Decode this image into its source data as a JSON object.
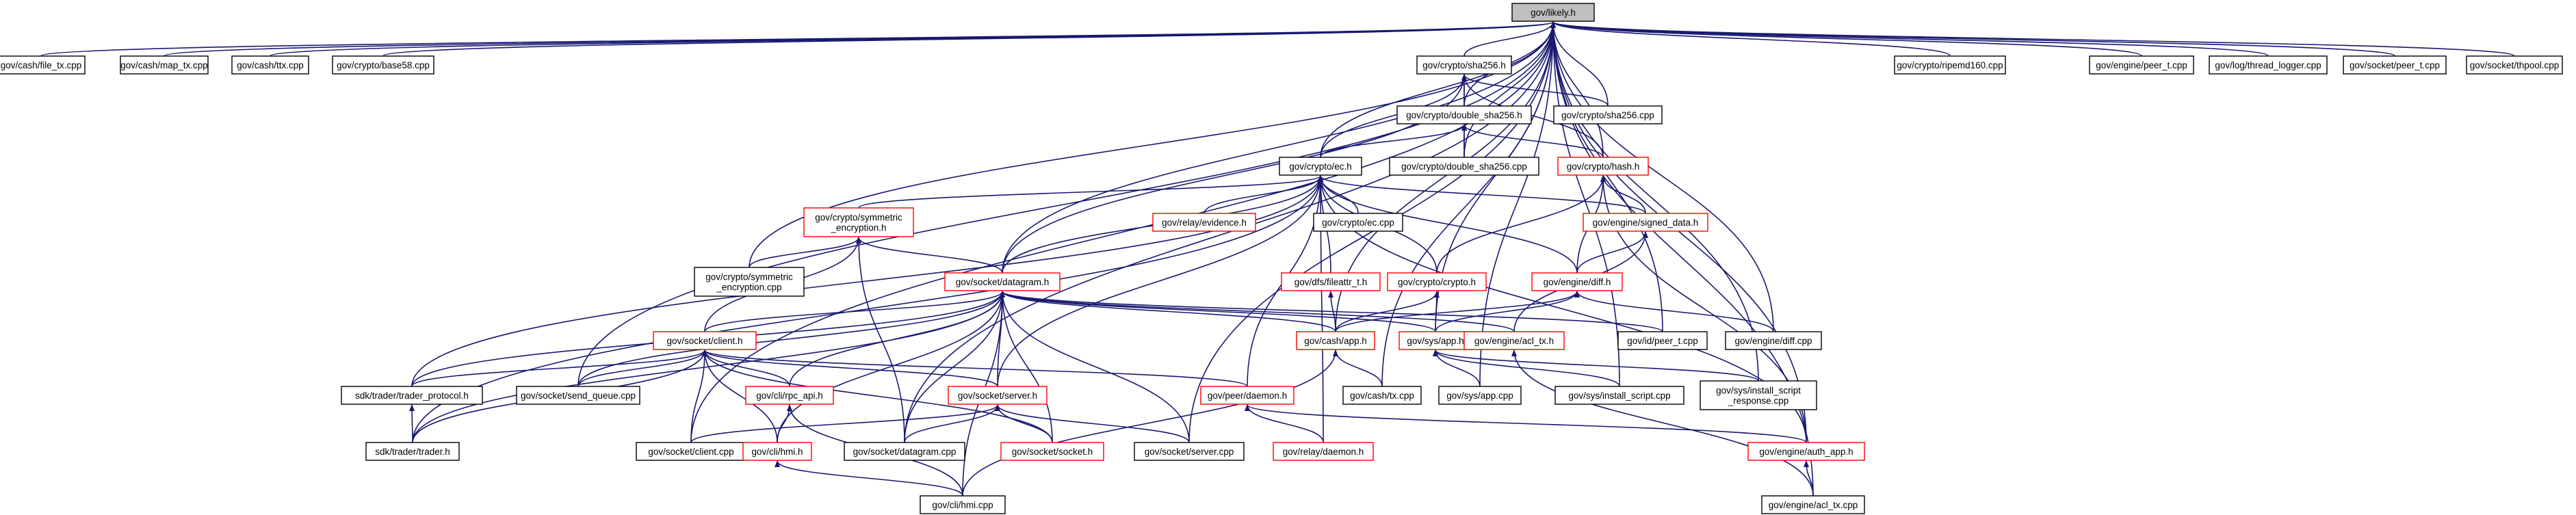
{
  "colors": {
    "edge": "#191970",
    "border_black": "#000000",
    "border_red": "#ff0000",
    "root_fill": "#bfbfbf",
    "node_fill": "#ffffff"
  },
  "nodes": [
    {
      "id": "likely",
      "label": "gov/likely.h",
      "border": "black",
      "root": true
    },
    {
      "id": "file_tx",
      "label": "gov/cash/file_tx.cpp",
      "border": "black"
    },
    {
      "id": "map_tx",
      "label": "gov/cash/map_tx.cpp",
      "border": "black"
    },
    {
      "id": "ttx",
      "label": "gov/cash/ttx.cpp",
      "border": "black"
    },
    {
      "id": "base58",
      "label": "gov/crypto/base58.cpp",
      "border": "black"
    },
    {
      "id": "sha256_h",
      "label": "gov/crypto/sha256.h",
      "border": "black"
    },
    {
      "id": "ripemd160",
      "label": "gov/crypto/ripemd160.cpp",
      "border": "black"
    },
    {
      "id": "peer_t_eng",
      "label": "gov/engine/peer_t.cpp",
      "border": "black"
    },
    {
      "id": "thread_logger",
      "label": "gov/log/thread_logger.cpp",
      "border": "black"
    },
    {
      "id": "peer_t_sock",
      "label": "gov/socket/peer_t.cpp",
      "border": "black"
    },
    {
      "id": "thpool",
      "label": "gov/socket/thpool.cpp",
      "border": "black"
    },
    {
      "id": "double_sha256_h",
      "label": "gov/crypto/double_sha256.h",
      "border": "black"
    },
    {
      "id": "sha256_cpp",
      "label": "gov/crypto/sha256.cpp",
      "border": "black"
    },
    {
      "id": "ec_h",
      "label": "gov/crypto/ec.h",
      "border": "black"
    },
    {
      "id": "double_sha256_cpp",
      "label": "gov/crypto/double_sha256.cpp",
      "border": "black"
    },
    {
      "id": "hash_h",
      "label": "gov/crypto/hash.h",
      "border": "red"
    },
    {
      "id": "symmetric_h",
      "label": [
        "gov/crypto/symmetric",
        "_encryption.h"
      ],
      "border": "red"
    },
    {
      "id": "evidence_h",
      "label": "gov/relay/evidence.h",
      "border": "red"
    },
    {
      "id": "ec_cpp",
      "label": "gov/crypto/ec.cpp",
      "border": "black"
    },
    {
      "id": "signed_data_h",
      "label": "gov/engine/signed_data.h",
      "border": "red"
    },
    {
      "id": "symmetric_cpp",
      "label": [
        "gov/crypto/symmetric",
        "_encryption.cpp"
      ],
      "border": "black"
    },
    {
      "id": "datagram_h",
      "label": "gov/socket/datagram.h",
      "border": "red"
    },
    {
      "id": "fileattr_h",
      "label": "gov/dfs/fileattr_t.h",
      "border": "red"
    },
    {
      "id": "crypto_h",
      "label": "gov/crypto/crypto.h",
      "border": "red"
    },
    {
      "id": "diff_h",
      "label": "gov/engine/diff.h",
      "border": "red"
    },
    {
      "id": "client_h",
      "label": "gov/socket/client.h",
      "border": "red"
    },
    {
      "id": "cash_app_h",
      "label": "gov/cash/app.h",
      "border": "red"
    },
    {
      "id": "sys_app_h",
      "label": "gov/sys/app.h",
      "border": "red"
    },
    {
      "id": "acl_tx_h",
      "label": "gov/engine/acl_tx.h",
      "border": "red"
    },
    {
      "id": "id_peer_t",
      "label": "gov/id/peer_t.cpp",
      "border": "black"
    },
    {
      "id": "diff_cpp",
      "label": "gov/engine/diff.cpp",
      "border": "black"
    },
    {
      "id": "trader_protocol_h",
      "label": "sdk/trader/trader_protocol.h",
      "border": "black"
    },
    {
      "id": "send_queue",
      "label": "gov/socket/send_queue.cpp",
      "border": "black"
    },
    {
      "id": "rpc_api_h",
      "label": "gov/cli/rpc_api.h",
      "border": "red"
    },
    {
      "id": "server_h",
      "label": "gov/socket/server.h",
      "border": "red"
    },
    {
      "id": "daemon_h",
      "label": "gov/peer/daemon.h",
      "border": "red"
    },
    {
      "id": "cash_tx",
      "label": "gov/cash/tx.cpp",
      "border": "black"
    },
    {
      "id": "sys_app_cpp",
      "label": "gov/sys/app.cpp",
      "border": "black"
    },
    {
      "id": "install_script",
      "label": "gov/sys/install_script.cpp",
      "border": "black"
    },
    {
      "id": "install_resp",
      "label": [
        "gov/sys/install_script",
        "_response.cpp"
      ],
      "border": "black"
    },
    {
      "id": "trader_h",
      "label": "sdk/trader/trader.h",
      "border": "black"
    },
    {
      "id": "client_cpp",
      "label": "gov/socket/client.cpp",
      "border": "black"
    },
    {
      "id": "hmi_h",
      "label": "gov/cli/hmi.h",
      "border": "red"
    },
    {
      "id": "datagram_cpp",
      "label": "gov/socket/datagram.cpp",
      "border": "black"
    },
    {
      "id": "socket_h",
      "label": "gov/socket/socket.h",
      "border": "red"
    },
    {
      "id": "server_cpp",
      "label": "gov/socket/server.cpp",
      "border": "black"
    },
    {
      "id": "relay_daemon_h",
      "label": "gov/relay/daemon.h",
      "border": "red"
    },
    {
      "id": "auth_app_h",
      "label": "gov/engine/auth_app.h",
      "border": "red"
    },
    {
      "id": "hmi_cpp",
      "label": "gov/cli/hmi.cpp",
      "border": "black"
    },
    {
      "id": "acl_tx_cpp",
      "label": "gov/engine/acl_tx.cpp",
      "border": "black"
    }
  ]
}
